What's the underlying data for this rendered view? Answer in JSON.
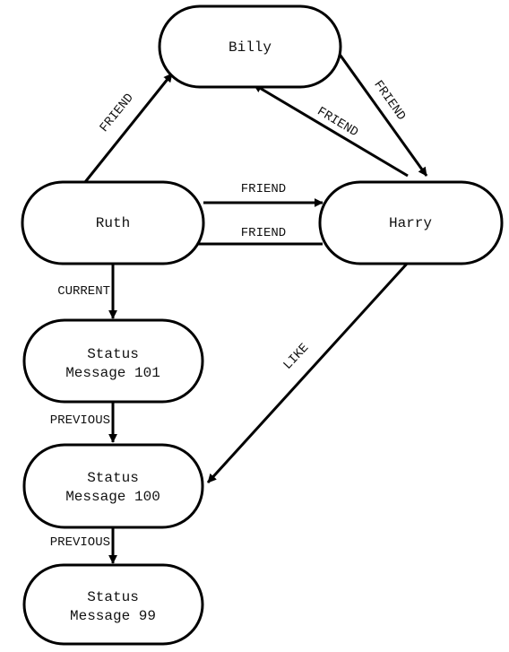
{
  "nodes": {
    "billy": {
      "lines": [
        "Billy"
      ]
    },
    "ruth": {
      "lines": [
        "Ruth"
      ]
    },
    "harry": {
      "lines": [
        "Harry"
      ]
    },
    "status101": {
      "lines": [
        "Status",
        "Message 101"
      ]
    },
    "status100": {
      "lines": [
        "Status",
        "Message 100"
      ]
    },
    "status99": {
      "lines": [
        "Status",
        "Message 99"
      ]
    }
  },
  "edges": {
    "ruth_billy": {
      "label": "FRIEND"
    },
    "billy_harry": {
      "label": "FRIEND"
    },
    "harry_billy": {
      "label": "FRIEND"
    },
    "ruth_harry": {
      "label": "FRIEND"
    },
    "harry_ruth": {
      "label": "FRIEND"
    },
    "ruth_status101": {
      "label": "CURRENT"
    },
    "status101_status100": {
      "label": "PREVIOUS"
    },
    "status100_status99": {
      "label": "PREVIOUS"
    },
    "harry_status100": {
      "label": "LIKE"
    }
  },
  "colors": {
    "stroke": "#000000",
    "background": "#ffffff",
    "text": "#111111"
  }
}
